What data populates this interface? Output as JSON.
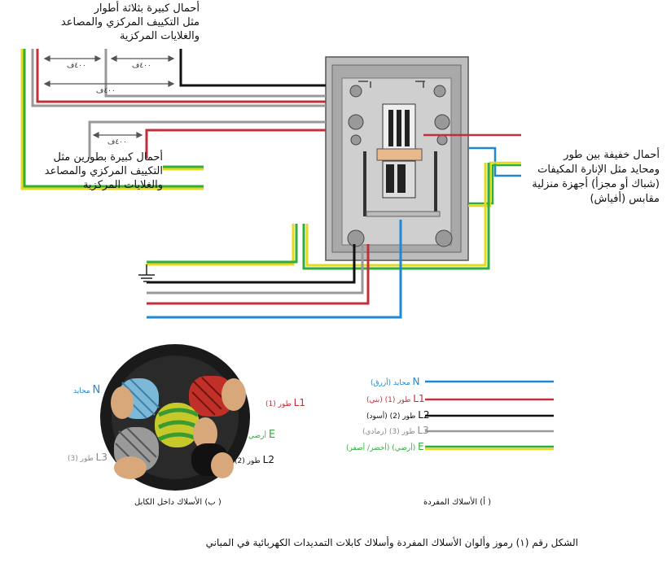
{
  "labels": {
    "three_phase_loads": "أحمال كبيرة بثلاثة أطوار\nمثل التكييف المركزي والمصاعد\nوالغلايات المركزية",
    "two_phase_loads": "أحمال كبيرة بطورين مثل\nالتكييف المركزي والمصاعد\nوالغلايات  المركزية",
    "light_loads": "أحمال خفيفة بين طور\nومحايد مثل الإنارة المكيفات\n(شباك أو مجزأ) أجهزة منزلية\nمقابس (أفياش)"
  },
  "voltages": {
    "v1": "٤٠٠ف",
    "v2": "٤٠٠ف",
    "v3": "٤٠٠ف",
    "v4": "٤٠٠ف"
  },
  "cable": {
    "n_letter": "N",
    "n_text": "محايد",
    "l1_letter": "L1",
    "l1_text": "طور (1)",
    "e_letter": "E",
    "e_text": "أرضي",
    "l2_letter": "L2",
    "l2_text": "طور (2)",
    "l3_letter": "L3",
    "l3_text": "طور (3)",
    "title": "( ب) الأسلاك داخل الكابل"
  },
  "legend": {
    "n_letter": "N",
    "n_text": "محايد (أزرق)",
    "l1_letter": "L1",
    "l1_text": "طور (1) (بني)",
    "l2_letter": "L2",
    "l2_text": "طور (2) (أسود)",
    "l3_letter": "L3",
    "l3_text": "طور (3) (رمادي)",
    "e_letter": "E",
    "e_text": "(أرضي) (أخضر/ أصفر)",
    "title": "( أ) الأسلاك المفردة"
  },
  "caption": "الشكل رقم (١) رموز وألوان الأسلاك  المفردة وأسلاك كابلات التمديدات الكهربائية في المباني",
  "colors": {
    "neutral": "#1e88d6",
    "l1": "#c0303a",
    "l2": "#111111",
    "l3": "#999999",
    "earth_green": "#2fae3c",
    "earth_yellow": "#e8d81c",
    "panel": "#c8c8c8"
  }
}
